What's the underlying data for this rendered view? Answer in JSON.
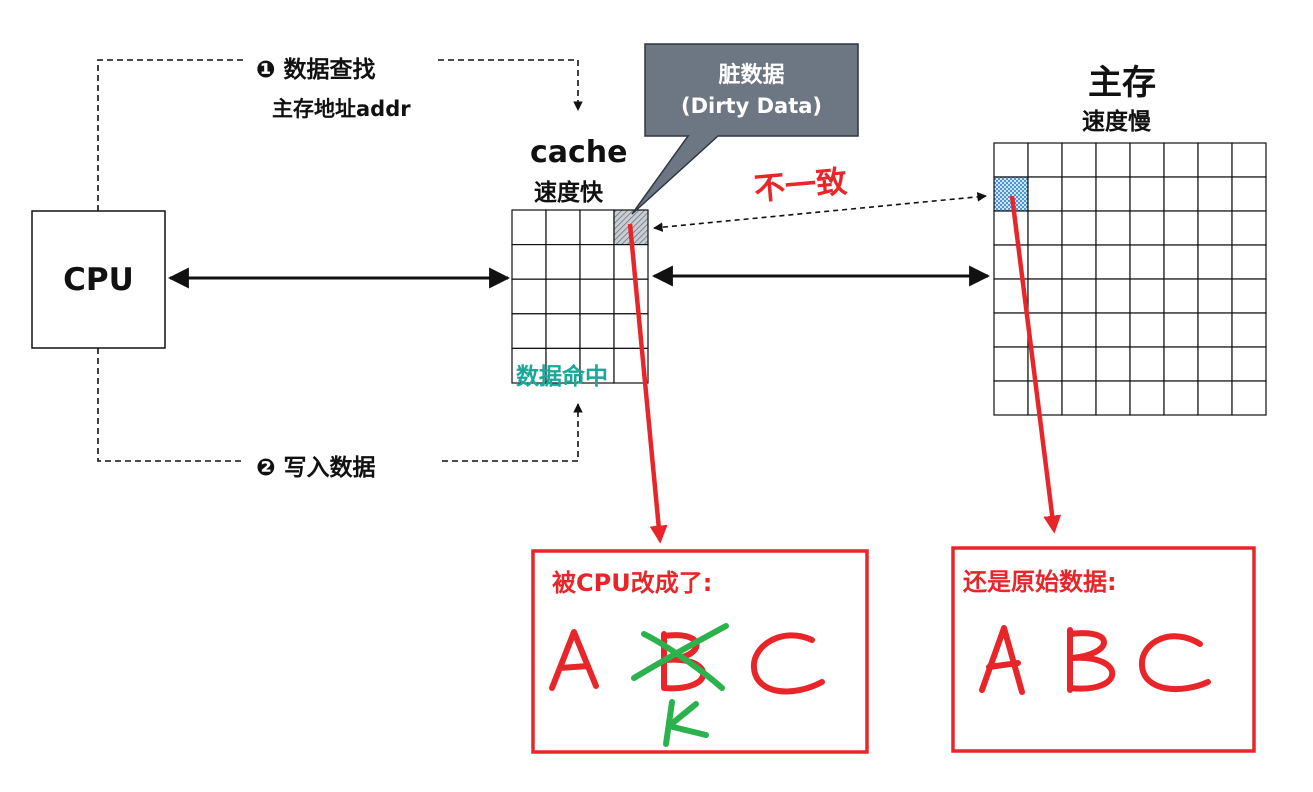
{
  "cpu": {
    "label": "CPU"
  },
  "step1": {
    "marker": "❶",
    "title": "数据查找",
    "subtitle": "主存地址addr"
  },
  "step2": {
    "marker": "❷",
    "title": "写入数据"
  },
  "cache": {
    "title": "cache",
    "speed": "速度快",
    "hit_label": "数据命中",
    "rows": 5,
    "cols": 4
  },
  "main_memory": {
    "title": "主存",
    "speed": "速度慢",
    "rows": 8,
    "cols": 8
  },
  "callout": {
    "line1": "脏数据",
    "line2": "(Dirty Data)"
  },
  "mismatch_label": "不一致",
  "cache_note": {
    "title": "被CPU改成了:",
    "letters": [
      "A",
      "B",
      "C"
    ],
    "replacement": "K"
  },
  "memory_note": {
    "title": "还是原始数据:",
    "letters": [
      "A",
      "B",
      "C"
    ]
  },
  "colors": {
    "annotation_red": "#e8262a",
    "hit_green": "#1aa89a",
    "hand_green": "#2bb24c",
    "callout_fill": "#6d7683",
    "dirty_cell_fill": "#9aa3ad",
    "clean_cell_fill": "#8ec3ec"
  }
}
